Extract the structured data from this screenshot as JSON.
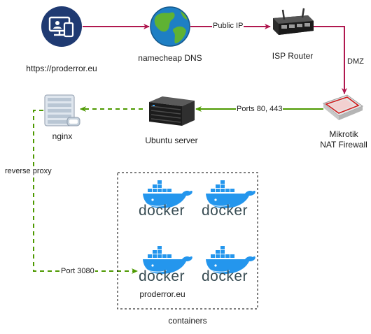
{
  "colors": {
    "public_link": "#b0184f",
    "proxy_link": "#4d9900",
    "docker_blue": "#2496ed",
    "docker_text": "#394d54"
  },
  "nodes": {
    "website": {
      "label": "https://proderror.eu",
      "icon": "monitor-icon"
    },
    "dns": {
      "label": "namecheap DNS",
      "icon": "globe-icon"
    },
    "router": {
      "label": "ISP Router",
      "icon": "router-icon"
    },
    "firewall": {
      "label_line1": "Mikrotik",
      "label_line2": "NAT Firewall",
      "icon": "firewall-icon"
    },
    "server": {
      "label": "Ubuntu server",
      "icon": "server-icon"
    },
    "nginx": {
      "label": "nginx",
      "icon": "nginx-server-icon"
    },
    "containers": {
      "label": "containers",
      "logo_text": "docker",
      "first_container_label": "proderror.eu"
    }
  },
  "edges": {
    "dns_to_router": "Public IP",
    "router_to_firewall": "DMZ",
    "firewall_to_server": "Ports 80, 443",
    "nginx_reverse": "reverse proxy",
    "nginx_to_container": "Port 3080"
  }
}
